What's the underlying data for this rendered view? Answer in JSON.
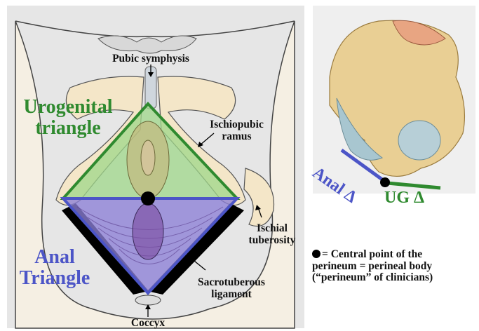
{
  "colors": {
    "urogenital": "#2f8a2f",
    "anal": "#4c55c7",
    "background_left": "#e7e7e7",
    "tissue": "#f3e7cf"
  },
  "labels": {
    "pubic_symphysis": "Pubic symphysis",
    "urogenital_1": "Urogenital",
    "urogenital_2": "triangle",
    "ischiopubic_1": "Ischiopubic",
    "ischiopubic_2": "ramus",
    "anal_1": "Anal",
    "anal_2": "Triangle",
    "ischial_1": "Ischial",
    "ischial_2": "tuberosity",
    "sacrotuberous_1": "Sacrotuberous",
    "sacrotuberous_2": "ligament",
    "coccyx": "Coccyx",
    "right_anal": "Anal Δ",
    "right_ug": "UG Δ"
  },
  "note": {
    "line1": "= Central point of the",
    "line2": "perineum = perineal body",
    "line3": "(“perineum” of clinicians)"
  }
}
